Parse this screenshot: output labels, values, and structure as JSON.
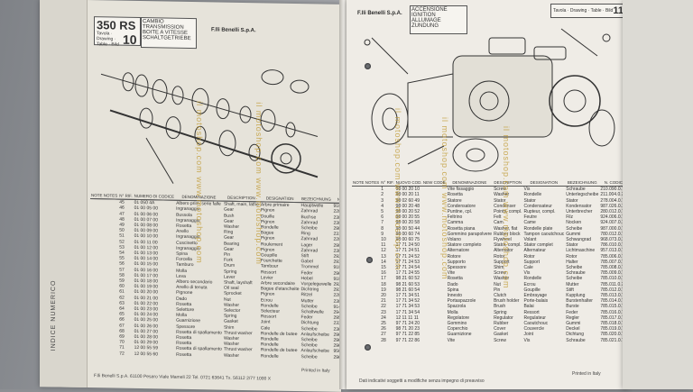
{
  "left_page": {
    "model": "350 RS",
    "table_label": "Tavola · Drawing · Table · Bild",
    "table_number": "10",
    "section_titles": [
      "CAMBIO",
      "TRANSMISSION",
      "BOITE A VITESSE",
      "SCHALTGETRIEBE"
    ],
    "brand": "F.lli  Benelli  S.p.A.",
    "index_title": "INDICE NUMERICO",
    "col_headers": [
      "NOTE NOTES",
      "N° RIF.",
      "NUMERO DI CODICE",
      "DENOMINAZIONE",
      "DESCRIPTION",
      "DESIGNATION",
      "BEZEICHNUNG",
      "N. CODICE"
    ],
    "rows": [
      [
        "45",
        "01 050 4A",
        "Albero prim. serie falle",
        "Shaft, main, lathe",
        "Arbre primaire",
        "Hauptwelle",
        "910.010.0.120"
      ],
      [
        "46",
        "01 00 05 00",
        "Ingranaggio",
        "Gear",
        "Pignon",
        "Zahnrad",
        "220.004.0.788"
      ],
      [
        "47",
        "01 00 06 00",
        "Bussola",
        "Bush",
        "Douille",
        "Buchse",
        "230.005.0.789"
      ],
      [
        "48",
        "01 00 07 00",
        "Ingranaggio",
        "Gear",
        "Pignon",
        "Zahnrad",
        "230.006.0.789"
      ],
      [
        "49",
        "01 00 08 00",
        "Rosetta",
        "Washer",
        "Rondelle",
        "Scheibe",
        "290.007.0.789"
      ],
      [
        "50",
        "01 00 09 00",
        "Anello",
        "Ring",
        "Bague",
        "Ring",
        "231.001.0.789"
      ],
      [
        "51",
        "01 00 10 00",
        "Ingranaggio",
        "Gear",
        "Pignon",
        "Zahnrad",
        "220.009.0.789"
      ],
      [
        "52",
        "01 00 11 00",
        "Cuscinetto",
        "Bearing",
        "Roulement",
        "Lager",
        "290.010.0.789"
      ],
      [
        "53",
        "01 00 12 00",
        "Ingranaggio",
        "Gear",
        "Pignon",
        "Zahnrad",
        "230.011.0.789"
      ],
      [
        "54",
        "01 00 13 00",
        "Spina",
        "Pin",
        "Goupille",
        "Stift",
        "292.012.0.789"
      ],
      [
        "55",
        "01 00 14 00",
        "Forcella",
        "Fork",
        "Fourchette",
        "Gabel",
        "293.013.0.789"
      ],
      [
        "56",
        "01 00 15 00",
        "Tamburo",
        "Drum",
        "Tambour",
        "Trommel",
        "910.000.0.120"
      ],
      [
        "57",
        "01 00 16 00",
        "Molla",
        "Spring",
        "Ressort",
        "Feder",
        "296.015.0.789"
      ],
      [
        "58",
        "01 00 17 00",
        "Leva",
        "Lever",
        "Levier",
        "Hebel",
        "910.010.0.120"
      ],
      [
        "59",
        "01 00 18 00",
        "Albero secondario",
        "Shaft, layshaft",
        "Arbre secondaire",
        "Vorgelegewelle",
        "292.017.0.789"
      ],
      [
        "60",
        "01 00 19 00",
        "Anello di tenuta",
        "Oil seal",
        "Bague d'etancheite",
        "Dichtring",
        "293.018.0.789"
      ],
      [
        "61",
        "01 00 20 00",
        "Pignone",
        "Sprocket",
        "Pignon",
        "Ritzel",
        "220.019.0.789"
      ],
      [
        "62",
        "01 00 21 00",
        "Dado",
        "Nut",
        "Ecrou",
        "Mutter",
        "230.020.0.789"
      ],
      [
        "63",
        "01 00 22 00",
        "Rosetta",
        "Washer",
        "Rondelle",
        "Scheibe",
        "914.021.0.120"
      ],
      [
        "64",
        "01 00 23 00",
        "Selettore",
        "Selector",
        "Selecteur",
        "Schaltwelle",
        "294.022.0.789"
      ],
      [
        "65",
        "01 00 24 00",
        "Molla",
        "Spring",
        "Ressort",
        "Feder",
        "295.023.0.789"
      ],
      [
        "66",
        "01 00 25 00",
        "Guarnizione",
        "Gasket",
        "Joint",
        "Dichtung",
        "233.024.0.789"
      ],
      [
        "67",
        "01 00 26 00",
        "Spessore",
        "Shim",
        "Cale",
        "Scheibe",
        "236.025.0.789"
      ],
      [
        "68",
        "01 00 27 00",
        "Rosetta di spallamento",
        "Thrust washer",
        "Rondelle de butee",
        "Anlaufscheibe",
        "296.026.0.789"
      ],
      [
        "69",
        "01 00 28 00",
        "Rosetta",
        "Washer",
        "Rondelle",
        "Scheibe",
        "296.027.0.789"
      ],
      [
        "70",
        "01 00 29 00",
        "Rosetta",
        "Washer",
        "Rondelle",
        "Scheibe",
        "296.028.0.789"
      ],
      [
        "71",
        "12 00 55 59",
        "Rosetta di spallamento",
        "Thrust washer",
        "Rondelle de butee",
        "Anlaufscheibe",
        "956.033.0.100"
      ],
      [
        "72",
        "12 00 55 60",
        "Rosetta",
        "Washer",
        "Rondelle",
        "Scheibe",
        "296.114.0.789"
      ]
    ],
    "footer": "F.lli Benelli S.p.A.   61100 Pesaro   Viale Mameli 22   Tel. 0721 63641   Tx. 56112   2/77   1000 X",
    "printed": "Printed in Italy"
  },
  "right_page": {
    "brand": "F.lli  Benelli  S.p.A.",
    "section_titles": [
      "ACCENSIONE",
      "IGNITION",
      "ALLUMAGE",
      "ZUNDUNG"
    ],
    "table_label": "Tavola · Drawing · Table · Bild",
    "table_number": "11",
    "col_headers": [
      "NOTE NOTES",
      "N° RIF.",
      "NUOVO COD. NEW CODE",
      "DENOMINAZIONE",
      "DESCRIPTION",
      "DESIGNATION",
      "BEZEICHNUNG",
      "N. CODICE"
    ],
    "rows": [
      [
        "1",
        "98 00 20 10",
        "Vite fissaggio",
        "Screw",
        "Vis",
        "Schraube",
        "210.090.0.789"
      ],
      [
        "2",
        "98 00 20 11",
        "Rosetta",
        "Washer",
        "Rondelle",
        "Unterlegscheibe",
        "211.004.0.789"
      ],
      [
        "3",
        "98 02 60 49",
        "Statore",
        "Stator",
        "Stator",
        "Stator",
        "278.004.0.789"
      ],
      [
        "4",
        "98 00 20 48",
        "Condensatore",
        "Condenser",
        "Condensateur",
        "Kondensator",
        "987.026.0.110"
      ],
      [
        "5",
        "98 00 20 52",
        "Puntine, cpl.",
        "Points, compl.",
        "Rupteur, compl.",
        "Unterbrecher",
        "280.012.0.789"
      ],
      [
        "6",
        "98 00 20 55",
        "Feltrino",
        "Felt",
        "Feutre",
        "Filz",
        "924.006.0.789"
      ],
      [
        "7",
        "98 00 20 58",
        "Camma",
        "Cam",
        "Came",
        "Nocken",
        "924.007.0.110"
      ],
      [
        "8",
        "98 00 50 44",
        "Rosetta piana",
        "Washer, flat",
        "Rondelle plate",
        "Scheibe",
        "987.000.0.789"
      ],
      [
        "9",
        "98 00 60 74",
        "Gommino parapolvere",
        "Rubber block",
        "Tampon caoutchouc",
        "Gummi",
        "780.012.0.789"
      ],
      [
        "10",
        "98 00 60 75",
        "Volano",
        "Flywheel",
        "Volant",
        "Schwungrad",
        "968.073.0.110"
      ],
      [
        "11",
        "17 71 24 50",
        "Statore completo",
        "Stator, compl.",
        "Stator complet",
        "Stator",
        "786.010.0.789"
      ],
      [
        "12",
        "17 71 24 51",
        "Alternatore",
        "Alternator",
        "Alternateur",
        "Lichtmaschine",
        "957.013.0.789"
      ],
      [
        "13",
        "17 71 24 52",
        "Rotore",
        "Rotor",
        "Rotor",
        "Rotor",
        "785.006.0.789"
      ],
      [
        "14",
        "17 71 24 53",
        "Supporto",
        "Support",
        "Support",
        "Halter",
        "785.007.0.789"
      ],
      [
        "15",
        "17 71 24 54",
        "Spessore",
        "Shim",
        "Cale",
        "Scheibe",
        "785.008.0.789"
      ],
      [
        "16",
        "17 71 24 55",
        "Vite",
        "Screw",
        "Vis",
        "Schraube",
        "785.009.0.789"
      ],
      [
        "17",
        "98 21 60 52",
        "Rosetta",
        "Washer",
        "Rondelle",
        "Scheibe",
        "785.010.0.789"
      ],
      [
        "18",
        "98 21 60 53",
        "Dado",
        "Nut",
        "Ecrou",
        "Mutter",
        "785.011.0.789"
      ],
      [
        "19",
        "98 21 60 54",
        "Spina",
        "Pin",
        "Goupille",
        "Stift",
        "785.012.0.789"
      ],
      [
        "20",
        "17 71 34 51",
        "Innesto",
        "Clutch",
        "Embrayage",
        "Kupplung",
        "785.013.0.789"
      ],
      [
        "21",
        "17 71 34 52",
        "Portaspazzole",
        "Brush holder",
        "Porte-balais",
        "Burstenhalter",
        "785.014.0.789"
      ],
      [
        "22",
        "17 71 34 53",
        "Spazzola",
        "Brush",
        "Balai",
        "Burste",
        "785.015.0.789"
      ],
      [
        "23",
        "17 71 34 54",
        "Molla",
        "Spring",
        "Ressort",
        "Feder",
        "785.016.0.789"
      ],
      [
        "24",
        "12 11 11 11",
        "Regolatore",
        "Regulator",
        "Regulateur",
        "Regler",
        "785.017.0.789"
      ],
      [
        "25",
        "97 71 24 20",
        "Gommino",
        "Rubber",
        "Caoutchouc",
        "Gummi",
        "785.018.0.789"
      ],
      [
        "26",
        "98 71 20 23",
        "Coperchio",
        "Cover",
        "Couvercle",
        "Deckel",
        "785.019.0.789"
      ],
      [
        "27",
        "97 71 22 85",
        "Guarnizione",
        "Gasket",
        "Joint",
        "Dichtung",
        "785.020.0.789"
      ],
      [
        "28",
        "97 71 22 86",
        "Vite",
        "Screw",
        "Vis",
        "Schraube",
        "785.021.0.789"
      ]
    ],
    "footer": "Dati indicativi soggetti a modifiche senza impegno di preavviso",
    "printed": "Printed in Italy"
  },
  "watermark": "il motoshop.com  www.motoshop.com",
  "colors": {
    "paper": "#efece6",
    "ink": "#2b2b2b",
    "watermark": "#be9628"
  }
}
